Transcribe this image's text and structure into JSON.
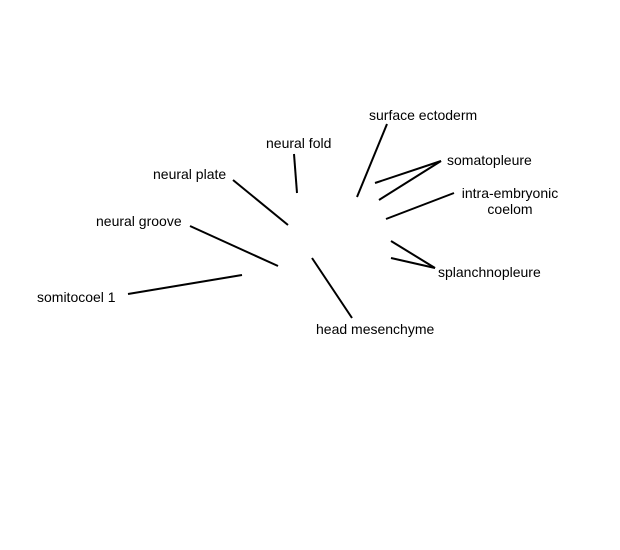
{
  "labels": {
    "surface_ectoderm": "surface ectoderm",
    "neural_fold": "neural fold",
    "neural_plate": "neural plate",
    "neural_groove": "neural groove",
    "somitocoel_1": "somitocoel 1",
    "head_mesenchyme": "head mesenchyme",
    "somatopleure": "somatopleure",
    "intra_embryonic_line1": "intra-embryonic",
    "intra_embryonic_line2": "coelom",
    "splanchnopleure": "splanchnopleure"
  },
  "colors": {
    "line": "#000000",
    "text": "#000000",
    "background": "#ffffff"
  }
}
